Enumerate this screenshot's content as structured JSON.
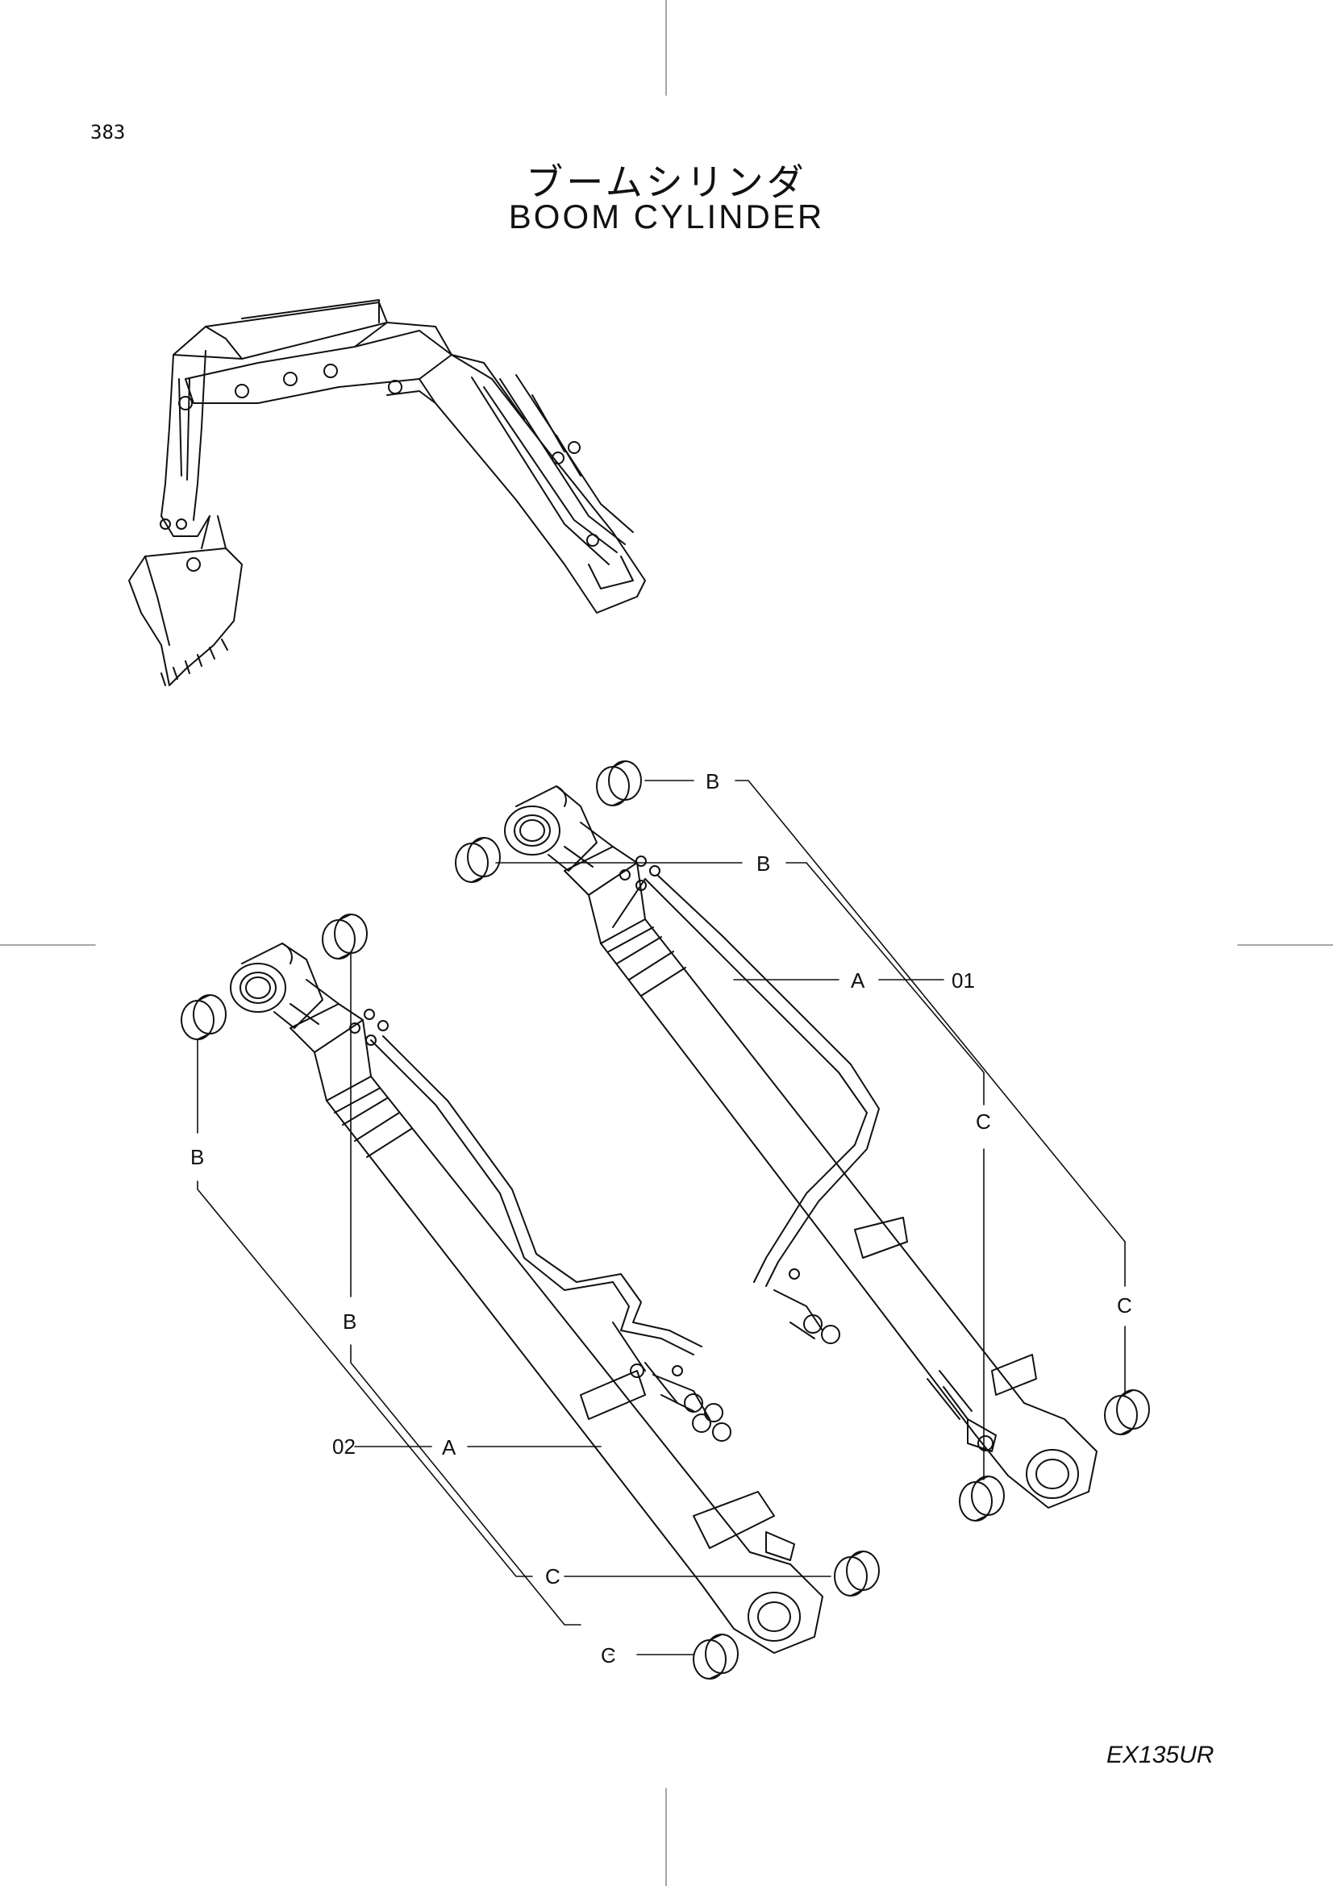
{
  "page": {
    "number": "383",
    "model": "EX135UR"
  },
  "title": {
    "japanese": "ブームシリンダ",
    "english": "BOOM  CYLINDER"
  },
  "parts": [
    {
      "ref": "01"
    },
    {
      "ref": "02"
    }
  ],
  "callouts": {
    "a": "A",
    "b": "B",
    "c": "C"
  }
}
